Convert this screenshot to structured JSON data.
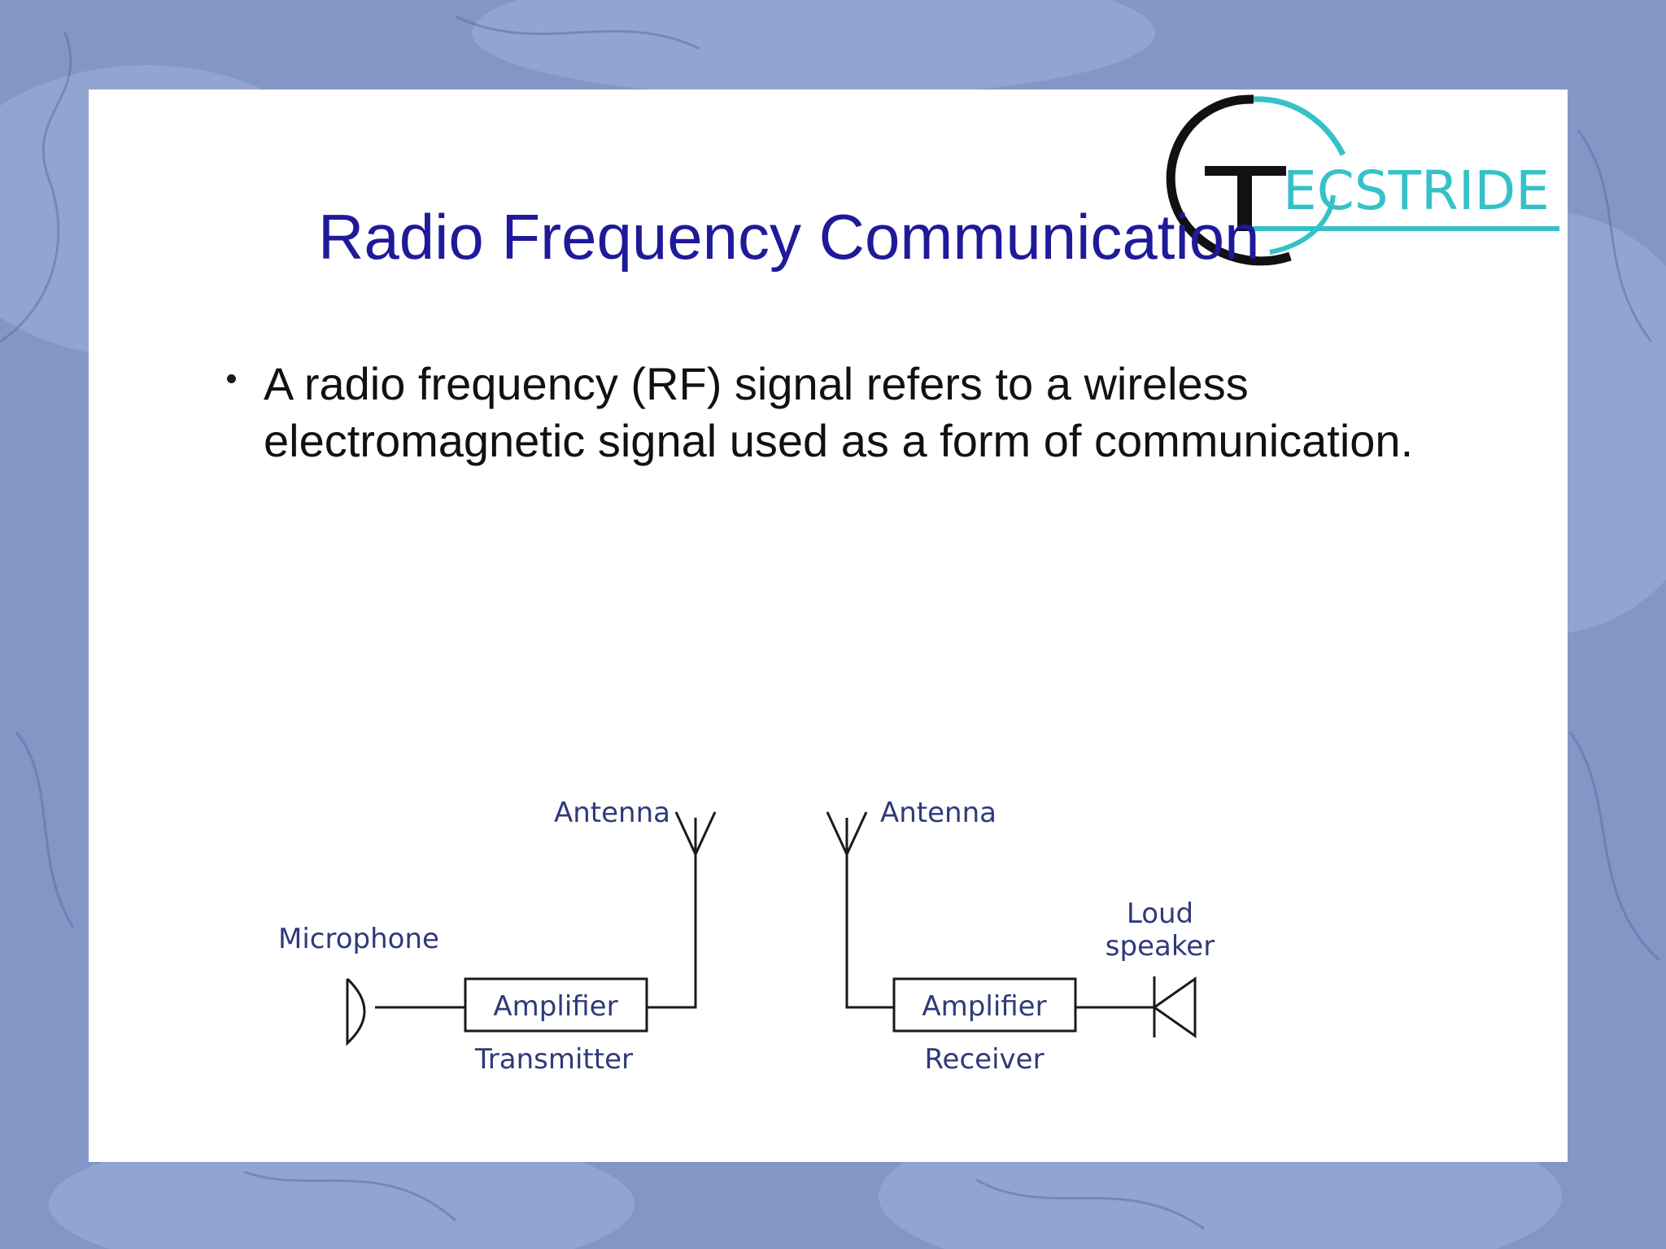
{
  "slide": {
    "title": "Radio Frequency Communication",
    "bullets": [
      "A radio frequency (RF) signal refers to a wireless electromagnetic signal used as a form of communication."
    ]
  },
  "logo": {
    "text": "ECSTRIDE",
    "icon": "tecstride-logo-icon"
  },
  "diagram": {
    "transmitter": {
      "microphone_label": "Microphone",
      "amplifier_label": "Amplifier",
      "antenna_label": "Antenna",
      "caption": "Transmitter"
    },
    "receiver": {
      "antenna_label": "Antenna",
      "amplifier_label": "Amplifier",
      "speaker_label_line1": "Loud",
      "speaker_label_line2": "speaker",
      "caption": "Receiver"
    }
  },
  "colors": {
    "background": "#8496c6",
    "title": "#1f1a99",
    "logo_accent": "#36c1c9",
    "diagram_text": "#2f3a7a"
  }
}
